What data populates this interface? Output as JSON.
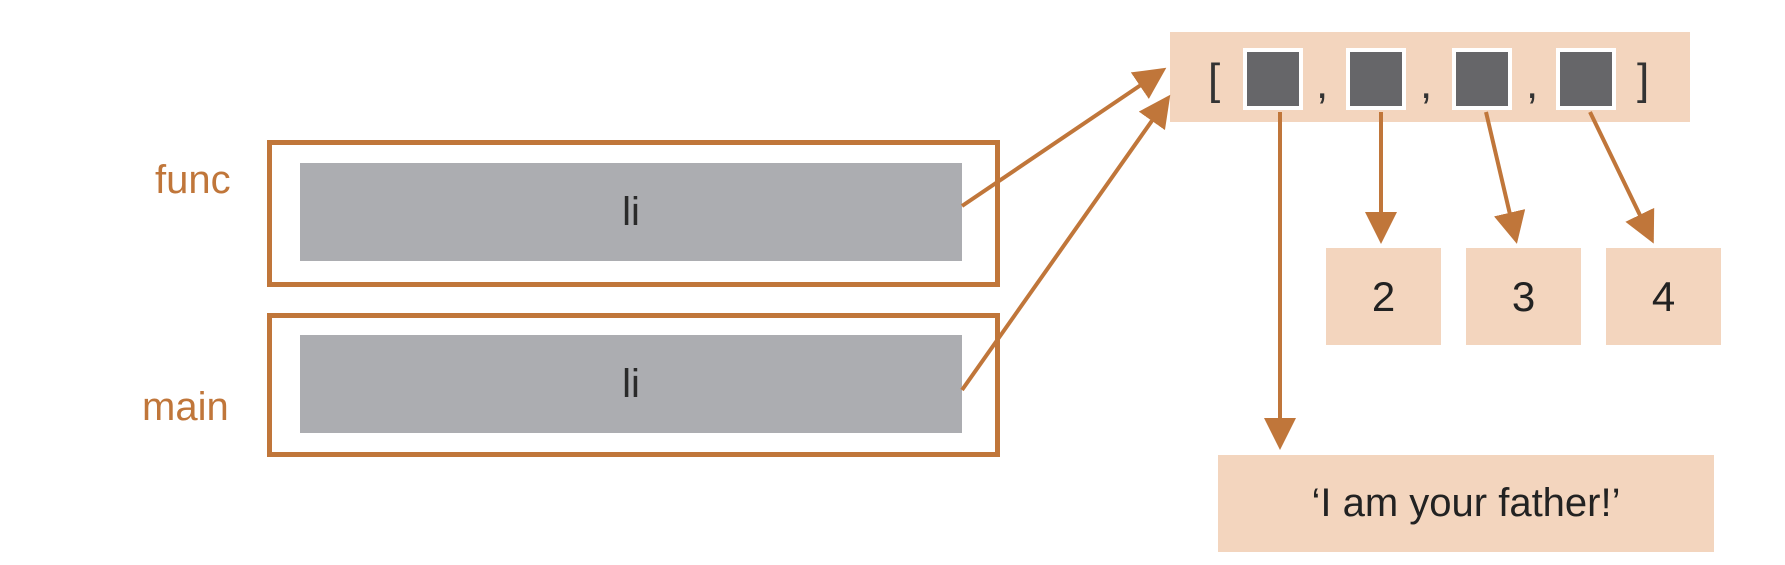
{
  "frames": [
    {
      "name": "func",
      "var": "li"
    },
    {
      "name": "main",
      "var": "li"
    }
  ],
  "list": {
    "open": "[",
    "close": "]",
    "separator": ","
  },
  "values": [
    "2",
    "3",
    "4"
  ],
  "string_value": "‘I am your father!’",
  "colors": {
    "frame_border": "#c0763a",
    "variable_fill": "#acadb1",
    "object_fill": "#f3d5be",
    "slot_fill": "#666669",
    "arrow": "#c0763a"
  }
}
